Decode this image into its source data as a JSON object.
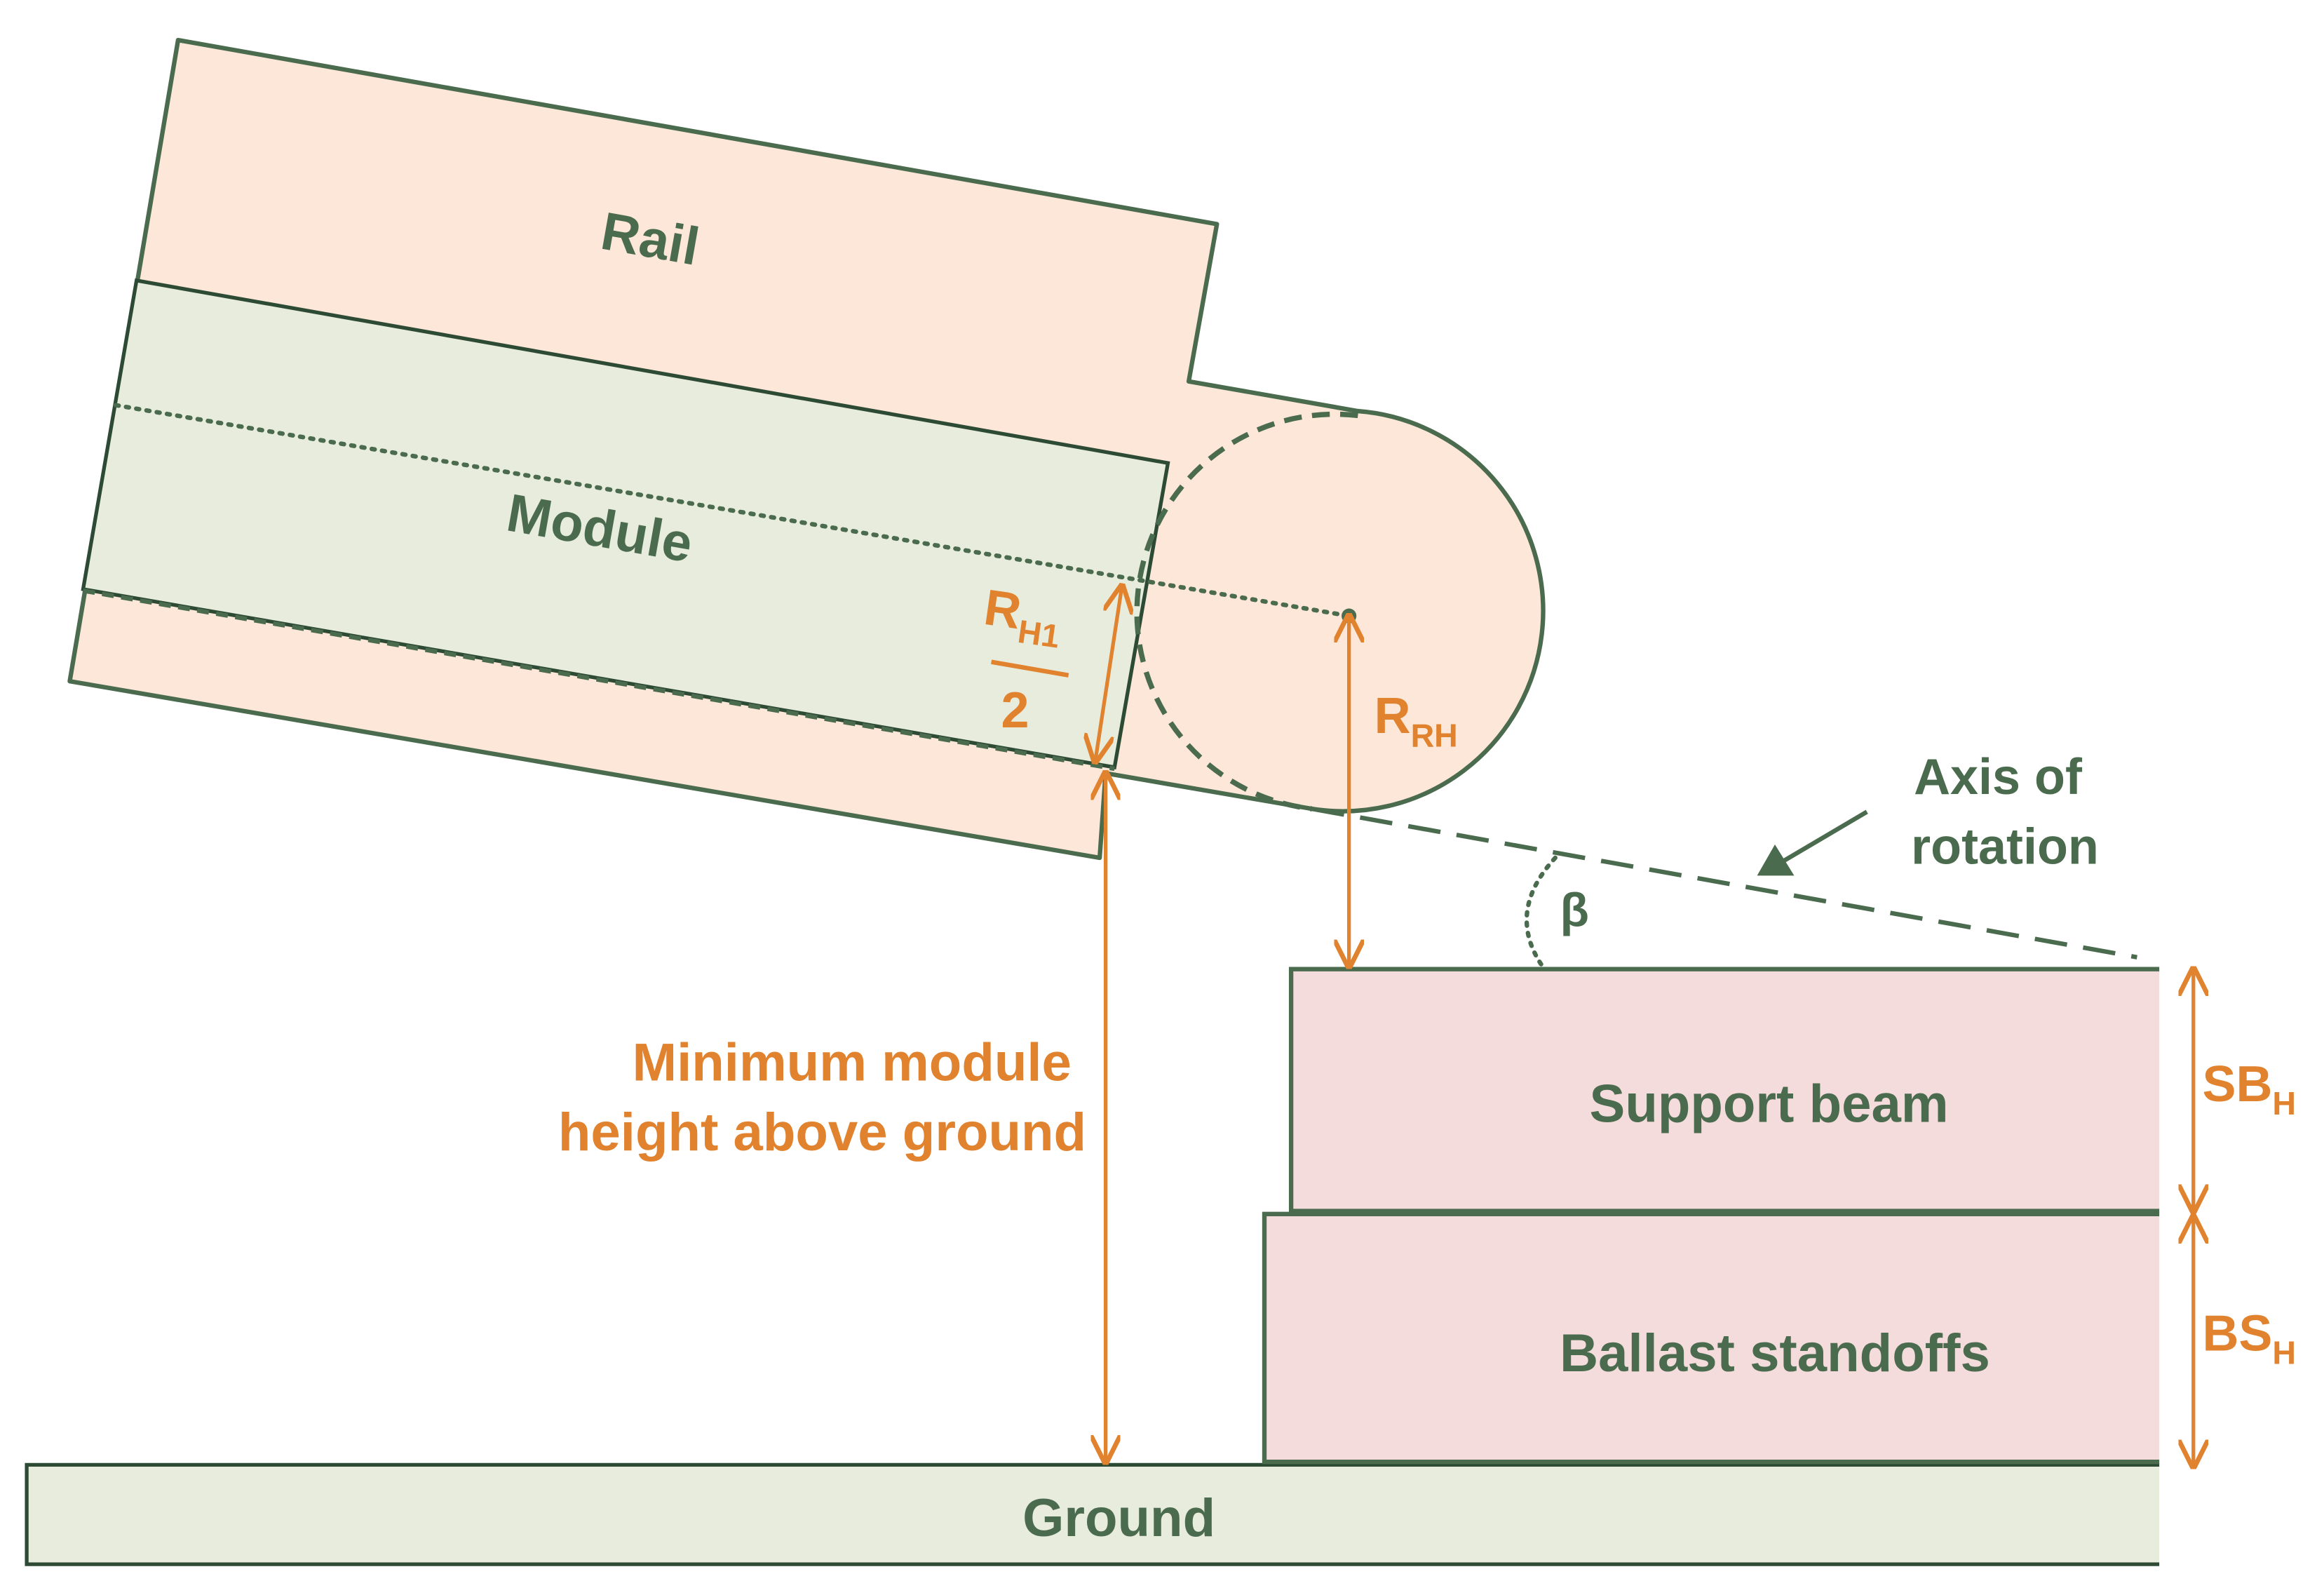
{
  "diagram": {
    "components": {
      "rail": "Rail",
      "module": "Module",
      "support_beam": "Support beam",
      "ballast_standoffs": "Ballast standoffs",
      "ground": "Ground"
    },
    "annotations": {
      "axis_of_rotation": [
        "Axis of",
        "rotation"
      ],
      "angle_symbol": "β",
      "min_height": [
        "Minimum module",
        "height above ground"
      ],
      "rh1_main": "R",
      "rh1_sub": "H1",
      "rh1_denominator": "2",
      "rrh_main": "R",
      "rrh_sub": "RH",
      "sbh_main": "SB",
      "sbh_sub": "H",
      "bsh_main": "BS",
      "bsh_sub": "H"
    },
    "colors": {
      "rail_fill": "#fde7d8",
      "module_fill": "#e8ecdd",
      "beam_fill": "#f4dcdc",
      "ground_fill": "#e8ecdd",
      "outline": "#4b6b4e",
      "dimension": "#e0822e"
    }
  }
}
